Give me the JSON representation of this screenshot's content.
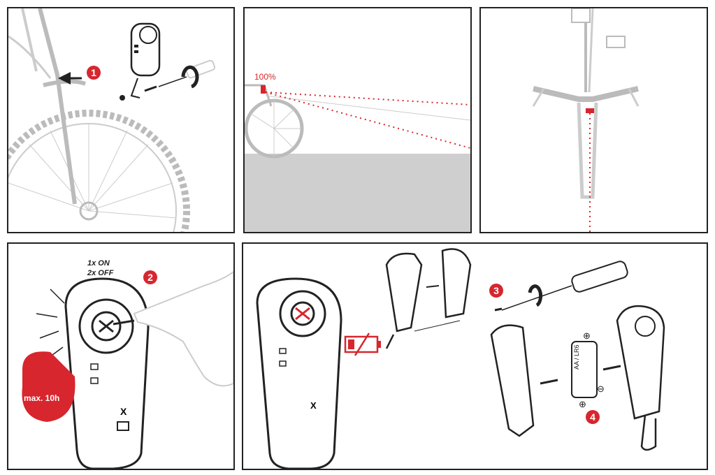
{
  "panel1": {
    "step": "1"
  },
  "panel2": {
    "level_label": "100%"
  },
  "panel4": {
    "step": "2",
    "on_label": "1x ON",
    "off_label": "2x OFF",
    "runtime_badge": "max. 10h"
  },
  "panel5": {
    "step3": "3",
    "step4": "4",
    "battery_type": "AA / LR6",
    "plus_sign": "⊕",
    "minus_sign": "⊖"
  },
  "colors": {
    "accent": "#d7262e",
    "line": "#222222",
    "ghost": "#bdbdbd",
    "floor": "#cfcfcf"
  }
}
